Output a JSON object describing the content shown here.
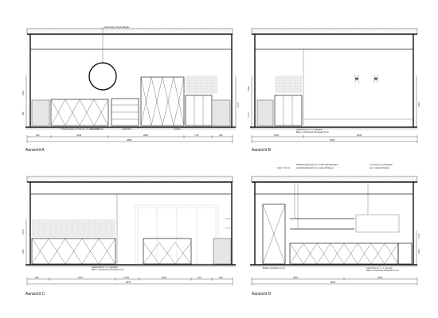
{
  "views": [
    {
      "label": "Aansicht A",
      "annotations": [
        "Wand eiken doordoorde/lijn",
        "Kraanknoppen en inbouw, evt. aanrecht/kopen",
        "Natuurleb",
        "Luide Buis",
        "Lapbak"
      ],
      "dims_bottom": [
        "400",
        "3240",
        "2800",
        "7.00",
        "300"
      ],
      "dim_total": "4800",
      "dims_side": [
        "1000",
        "960",
        "2.070"
      ]
    },
    {
      "label": "Aansicht B",
      "annotations": [
        "Herbel Nus or 7 + 1 gevoeld",
        "Baut + stroofvoerk composiet 3 mm"
      ],
      "dims_bottom": [
        "1000",
        "2000"
      ],
      "dim_total": "3000",
      "dims_side": [
        "2.930",
        "1.070",
        "3.000"
      ]
    },
    {
      "label": "Aansicht C",
      "annotations": [
        "Herbel Nus or 7 + 1 gevoeld",
        "Baut + stroofvoerk composiet 3 mm"
      ],
      "dims_bottom": [
        "400",
        "2010",
        "1.000",
        "2000",
        "910",
        "300"
      ],
      "dim_total": "6875",
      "dims_side": [
        "2.070",
        "1.000"
      ]
    },
    {
      "label": "Aansicht D",
      "annotations": [
        "Hood = 10 cm",
        "Wandlamp/afzuiging in 1 zacht faderijhouders",
        "Ledstrip/ondersteel in en aanrecht/kopen",
        "Lens lamp en afmetingen",
        "op en aanrecht/kopen",
        "Bleach composiet 3 mm",
        "Herbel Nus or 7 + 1 gevoeld",
        "Baut + stroofvoerk composiet 3 mm"
      ],
      "dims_bottom": [
        "3620",
        "5050"
      ],
      "dim_total": "5050",
      "dims_side": [
        "1.070",
        "1.500"
      ]
    }
  ]
}
